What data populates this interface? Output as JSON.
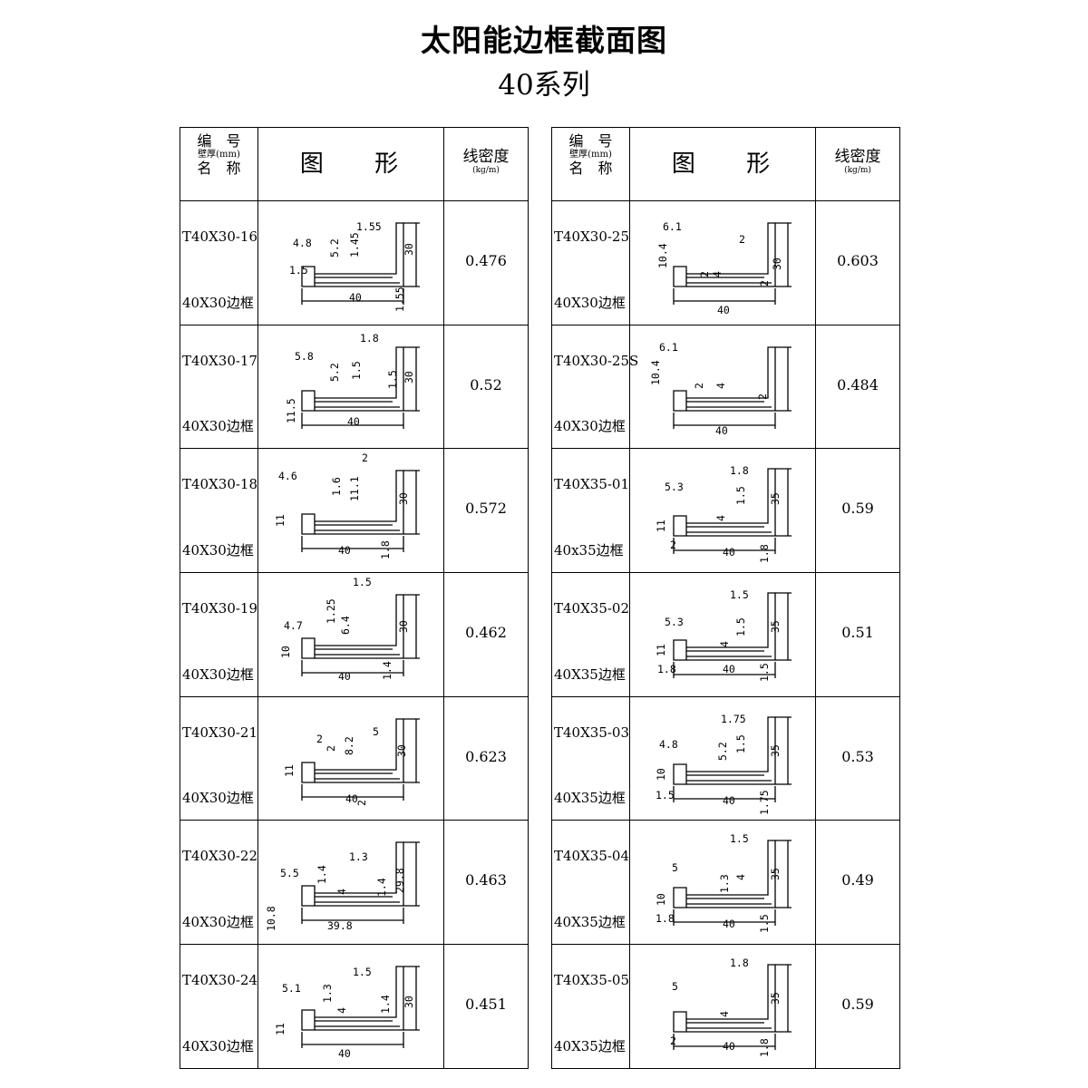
{
  "title": "太阳能边框截面图",
  "subtitle": "40系列",
  "header": {
    "code_line1": "编　号",
    "code_line2": "壁厚(mm)",
    "code_line3": "名　称",
    "figure": "图 形",
    "density": "线密度",
    "density_unit": "(kg/m)"
  },
  "left": [
    {
      "code": "T40X30-16",
      "name": "40X30边框",
      "density": "0.476",
      "dims": [
        "1.55",
        "4.8",
        "5.2",
        "1.45",
        "30",
        "1.5",
        "40",
        "1.55"
      ]
    },
    {
      "code": "T40X30-17",
      "name": "40X30边框",
      "density": "0.52",
      "dims": [
        "1.8",
        "5.8",
        "5.2",
        "1.5",
        "1.5",
        "30",
        "11.5",
        "40"
      ]
    },
    {
      "code": "T40X30-18",
      "name": "40X30边框",
      "density": "0.572",
      "dims": [
        "2",
        "4.6",
        "1.6",
        "11.1",
        "30",
        "11",
        "40",
        "1.8"
      ]
    },
    {
      "code": "T40X30-19",
      "name": "40X30边框",
      "density": "0.462",
      "dims": [
        "1.5",
        "4.7",
        "1.25",
        "6.4",
        "30",
        "10",
        "40",
        "1.4"
      ]
    },
    {
      "code": "T40X30-21",
      "name": "40X30边框",
      "density": "0.623",
      "dims": [
        "5",
        "2",
        "2",
        "8.2",
        "30",
        "11",
        "40",
        "2"
      ]
    },
    {
      "code": "T40X30-22",
      "name": "40X30边框",
      "density": "0.463",
      "dims": [
        "1.3",
        "5.5",
        "1.4",
        "4",
        "1.4",
        "29.8",
        "10.8",
        "39.8"
      ]
    },
    {
      "code": "T40X30-24",
      "name": "40X30边框",
      "density": "0.451",
      "dims": [
        "1.5",
        "5.1",
        "1.3",
        "4",
        "1.4",
        "30",
        "11",
        "40"
      ]
    }
  ],
  "right": [
    {
      "code": "T40X30-25",
      "name": "40X30边框",
      "density": "0.603",
      "dims": [
        "6.1",
        "2",
        "10.4",
        "2",
        "4",
        "30",
        "2",
        "40"
      ]
    },
    {
      "code": "T40X30-25S",
      "name": "40X30边框",
      "density": "0.484",
      "dims": [
        "6.1",
        "10.4",
        "2",
        "4",
        "2",
        "",
        "",
        "40"
      ]
    },
    {
      "code": "T40X35-01",
      "name": "40x35边框",
      "density": "0.59",
      "dims": [
        "1.8",
        "5.3",
        "1.5",
        "4",
        "35",
        "11",
        "2",
        "40",
        "1.8"
      ]
    },
    {
      "code": "T40X35-02",
      "name": "40X35边框",
      "density": "0.51",
      "dims": [
        "1.5",
        "5.3",
        "1.5",
        "4",
        "35",
        "11",
        "1.8",
        "40",
        "1.5"
      ]
    },
    {
      "code": "T40X35-03",
      "name": "40X35边框",
      "density": "0.53",
      "dims": [
        "1.75",
        "4.8",
        "5.2",
        "1.5",
        "35",
        "10",
        "1.5",
        "40",
        "1.75"
      ]
    },
    {
      "code": "T40X35-04",
      "name": "40X35边框",
      "density": "0.49",
      "dims": [
        "1.5",
        "5",
        "1.3",
        "4",
        "35",
        "10",
        "1.8",
        "40",
        "1.5"
      ]
    },
    {
      "code": "T40X35-05",
      "name": "40X35边框",
      "density": "0.59",
      "dims": [
        "1.8",
        "5",
        "4",
        "35",
        "2",
        "40",
        "1.8"
      ]
    }
  ]
}
